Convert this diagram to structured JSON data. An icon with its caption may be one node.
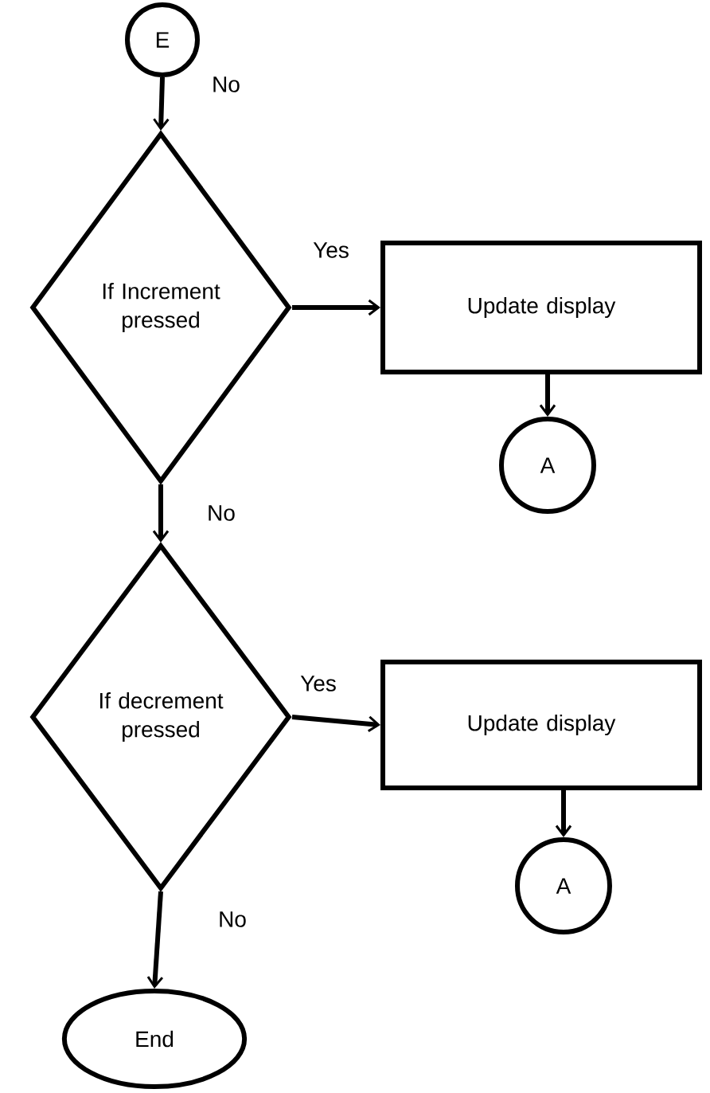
{
  "diagram": {
    "nodes": [
      {
        "text": [
          "E"
        ]
      },
      {
        "text": [
          "If Increment pressed"
        ]
      },
      {
        "text": [
          "Update display"
        ]
      },
      {
        "text": [
          "A"
        ]
      },
      {
        "text": [
          "If decrement pressed"
        ]
      },
      {
        "text": [
          "Update display"
        ]
      },
      {
        "text": [
          "A"
        ]
      },
      {
        "text": [
          "End"
        ]
      }
    ],
    "edges": [
      {
        "from": 0,
        "to": 1,
        "arrow": "to",
        "label": "No"
      },
      {
        "from": 1,
        "to": 2,
        "arrow": "to",
        "label": "Yes"
      },
      {
        "from": 2,
        "to": 3,
        "arrow": "to"
      },
      {
        "from": 1,
        "to": 4,
        "arrow": "to",
        "label": "No"
      },
      {
        "from": 4,
        "to": 5,
        "arrow": "to",
        "label": "Yes"
      },
      {
        "from": 5,
        "to": 6,
        "arrow": "to"
      },
      {
        "from": 4,
        "to": 7,
        "arrow": "to",
        "label": "No"
      }
    ]
  }
}
